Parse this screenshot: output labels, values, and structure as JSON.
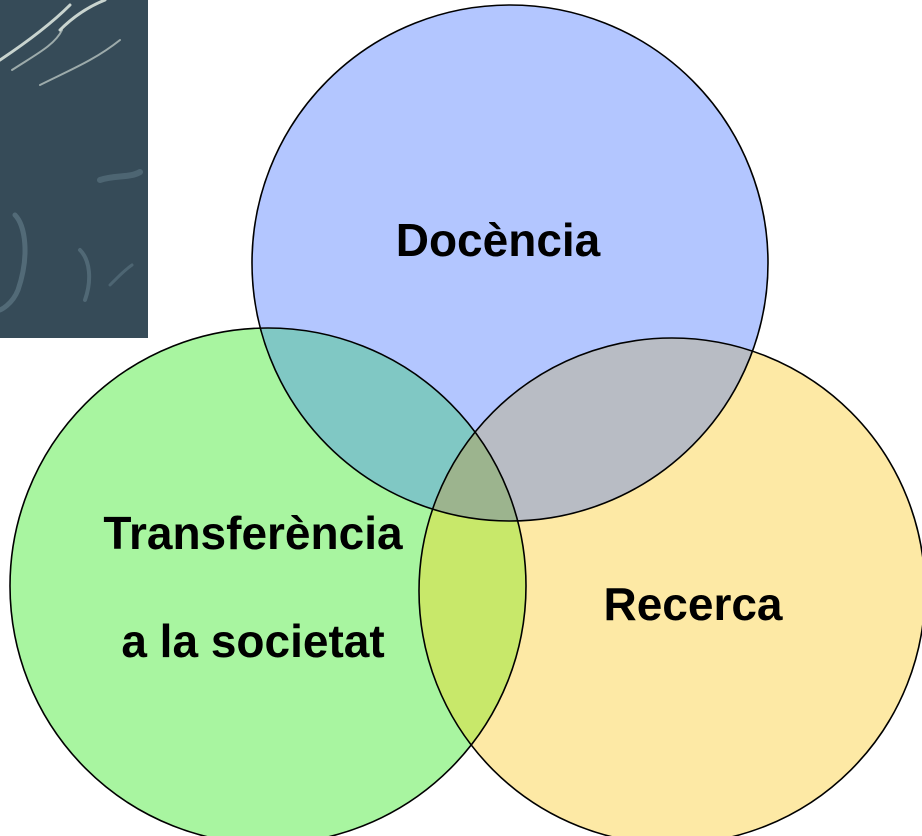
{
  "diagram": {
    "type": "venn",
    "background_image": {
      "kind": "photo",
      "subject": "chalkboard with handwriting",
      "colors": [
        "#2a3a44",
        "#3d5563",
        "#6a8592",
        "#c9d4cf"
      ]
    },
    "circles": [
      {
        "id": "docencia",
        "label_lines": [
          "Docència"
        ],
        "fill": "#b3c6ff"
      },
      {
        "id": "transferencia",
        "label_lines": [
          "Transferència",
          "a la societat"
        ],
        "fill": "#a8f5a0"
      },
      {
        "id": "recerca",
        "label_lines": [
          "Recerca"
        ],
        "fill": "#fde9a5"
      }
    ],
    "overlaps": {
      "docencia_transferencia": "#80c8c4",
      "docencia_recerca": "#b8bcc4",
      "transferencia_recerca": "#c8e86a",
      "all_three": "#9cb48e"
    },
    "stroke": "#000000"
  }
}
